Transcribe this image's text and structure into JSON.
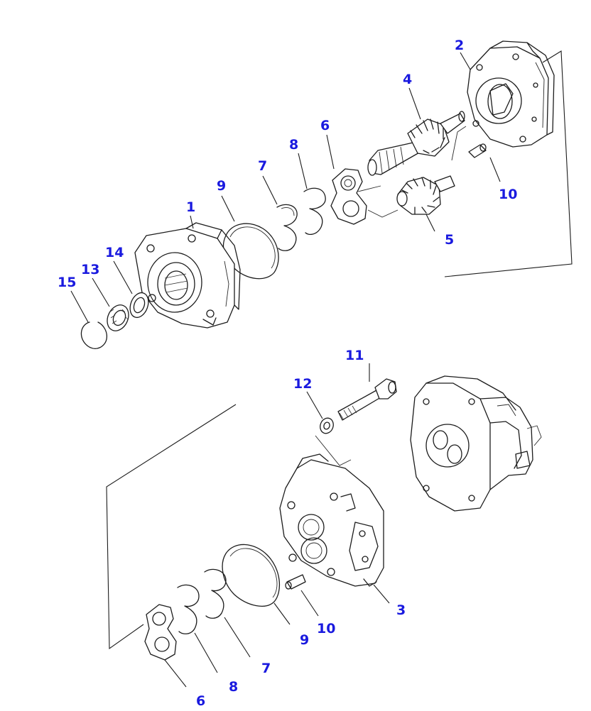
{
  "labels": [
    {
      "id": "1",
      "text": "1"
    },
    {
      "id": "2",
      "text": "2"
    },
    {
      "id": "3",
      "text": "3"
    },
    {
      "id": "4",
      "text": "4"
    },
    {
      "id": "5",
      "text": "5"
    },
    {
      "id": "6a",
      "text": "6"
    },
    {
      "id": "6b",
      "text": "6"
    },
    {
      "id": "7a",
      "text": "7"
    },
    {
      "id": "7b",
      "text": "7"
    },
    {
      "id": "8a",
      "text": "8"
    },
    {
      "id": "8b",
      "text": "8"
    },
    {
      "id": "9a",
      "text": "9"
    },
    {
      "id": "9b",
      "text": "9"
    },
    {
      "id": "10a",
      "text": "10"
    },
    {
      "id": "10b",
      "text": "10"
    },
    {
      "id": "11",
      "text": "11"
    },
    {
      "id": "12",
      "text": "12"
    },
    {
      "id": "13",
      "text": "13"
    },
    {
      "id": "14",
      "text": "14"
    },
    {
      "id": "15",
      "text": "15"
    }
  ],
  "colors": {
    "label": "#1a1adf",
    "linework": "#1c1c1c",
    "background": "#ffffff"
  }
}
